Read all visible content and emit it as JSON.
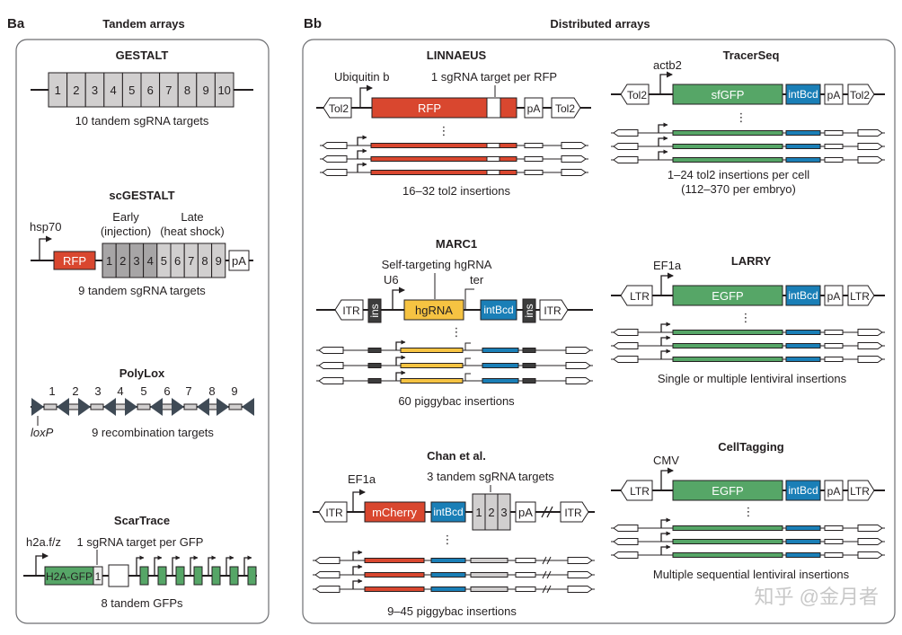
{
  "panel_a": {
    "letter": "Ba",
    "title": "Tandem arrays",
    "gestalt": {
      "title": "GESTALT",
      "targets": [
        "1",
        "2",
        "3",
        "4",
        "5",
        "6",
        "7",
        "8",
        "9",
        "10"
      ],
      "caption": "10 tandem sgRNA targets"
    },
    "scgestalt": {
      "title": "scGESTALT",
      "promoter": "hsp70",
      "early_label": "Early",
      "early_sub": "(injection)",
      "late_label": "Late",
      "late_sub": "(heat shock)",
      "rfp": "RFP",
      "targets": [
        "1",
        "2",
        "3",
        "4",
        "5",
        "6",
        "7",
        "8",
        "9"
      ],
      "pa": "pA",
      "caption": "9 tandem sgRNA targets"
    },
    "polylox": {
      "title": "PolyLox",
      "numbers": [
        "1",
        "2",
        "3",
        "4",
        "5",
        "6",
        "7",
        "8",
        "9"
      ],
      "loxp": "loxP",
      "caption": "9 recombination targets"
    },
    "scartrace": {
      "title": "ScarTrace",
      "promoter": "h2a.f/z",
      "target_label": "1 sgRNA target per GFP",
      "gene": "H2A-GFP",
      "target_num": "1",
      "caption": "8 tandem GFPs"
    }
  },
  "panel_b": {
    "letter": "Bb",
    "title": "Distributed arrays",
    "linnaeus": {
      "title": "LINNAEUS",
      "promoter": "Ubiquitin b",
      "target_label": "1 sgRNA target per RFP",
      "tol2": "Tol2",
      "gene": "RFP",
      "pa": "pA",
      "dots": "⋮",
      "caption": "16–32 tol2 insertions"
    },
    "marc1": {
      "title": "MARC1",
      "hgrna_label": "Self-targeting hgRNA",
      "promoter": "U6",
      "ter": "ter",
      "itr": "ITR",
      "ins": "ins",
      "gene": "hgRNA",
      "barcode": "intBcd",
      "dots": "⋮",
      "caption": "60 piggybac insertions"
    },
    "chan": {
      "title": "Chan et al.",
      "promoter": "EF1a",
      "target_label": "3 tandem sgRNA targets",
      "itr": "ITR",
      "gene": "mCherry",
      "barcode": "intBcd",
      "targets": [
        "1",
        "2",
        "3"
      ],
      "pa": "pA",
      "dots": "⋮",
      "caption": "9–45 piggybac insertions"
    },
    "tracerseq": {
      "title": "TracerSeq",
      "promoter": "actb2",
      "tol2": "Tol2",
      "gene": "sfGFP",
      "barcode": "intBcd",
      "pa": "pA",
      "dots": "⋮",
      "caption_1": "1–24 tol2 insertions per cell",
      "caption_2": "(112–370 per embryo)"
    },
    "larry": {
      "title": "LARRY",
      "promoter": "EF1a",
      "ltr": "LTR",
      "gene": "EGFP",
      "barcode": "intBcd",
      "pa": "pA",
      "dots": "⋮",
      "caption": "Single or multiple lentiviral insertions"
    },
    "celltagging": {
      "title": "CellTagging",
      "promoter": "CMV",
      "ltr": "LTR",
      "gene": "EGFP",
      "barcode": "intBcd",
      "pa": "pA",
      "dots": "⋮",
      "caption": "Multiple sequential lentiviral insertions"
    }
  },
  "watermark": "知乎 @金月者",
  "colors": {
    "red": "#d9472f",
    "green": "#56a667",
    "blue": "#1a7fb7",
    "yellow": "#f6c342",
    "gray": "#d1cfcf"
  }
}
